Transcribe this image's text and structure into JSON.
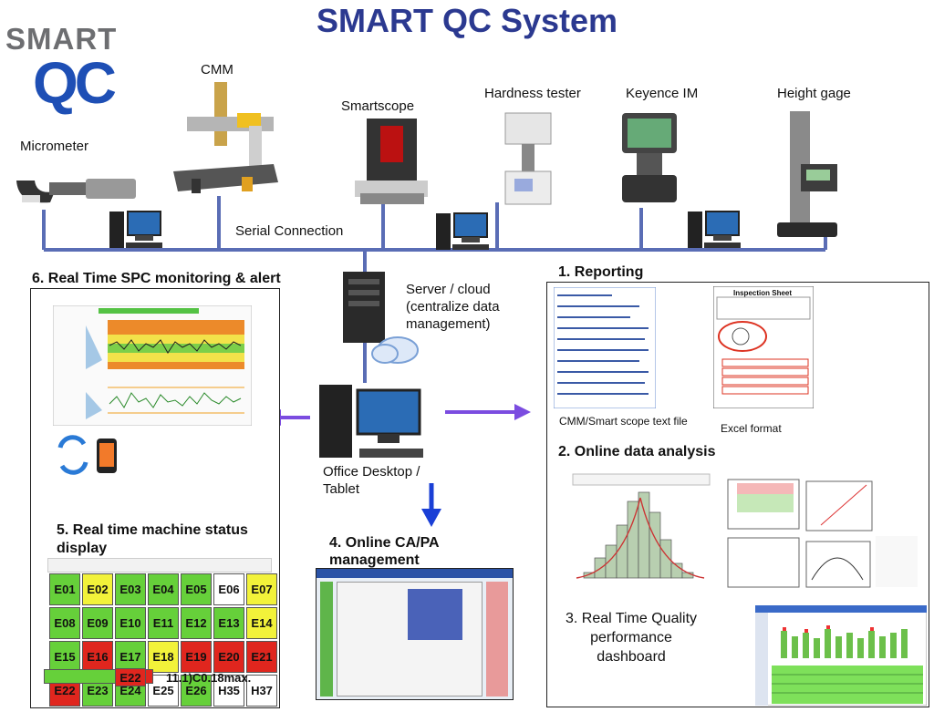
{
  "header": {
    "title": "SMART QC System",
    "logo_top": "SMART",
    "logo_bottom": "QC"
  },
  "devices": {
    "micrometer": "Micrometer",
    "cmm": "CMM",
    "smartscope": "Smartscope",
    "hardness": "Hardness tester",
    "keyence": "Keyence IM",
    "height": "Height gage"
  },
  "serial_label": "Serial Connection",
  "server": {
    "line1": "Server / cloud",
    "line2": "(centralize data",
    "line3": "management)"
  },
  "office": {
    "line1": "Office Desktop /",
    "line2": "Tablet"
  },
  "sections": {
    "reporting": {
      "title": "1. Reporting",
      "left_caption": "CMM/Smart scope text file",
      "right_caption": "Excel format",
      "sheet_title": "Inspection Sheet"
    },
    "analysis": {
      "title": "2. Online data analysis"
    },
    "dashboard": {
      "line1": "3. Real Time Quality",
      "line2": "performance",
      "line3": "dashboard"
    },
    "capa": {
      "line1": "4. Online CA/PA",
      "line2": "management"
    },
    "machine": {
      "line1": "5. Real time machine status",
      "line2": "display",
      "footer_code": "E22",
      "footer_note": "11.1)C0.18max.",
      "cells": [
        {
          "t": "E01",
          "c": "g"
        },
        {
          "t": "E02",
          "c": "y"
        },
        {
          "t": "E03",
          "c": "g"
        },
        {
          "t": "E04",
          "c": "g"
        },
        {
          "t": "E05",
          "c": "g"
        },
        {
          "t": "E06",
          "c": "w"
        },
        {
          "t": "E07",
          "c": "y"
        },
        {
          "t": "E08",
          "c": "g"
        },
        {
          "t": "E09",
          "c": "g"
        },
        {
          "t": "E10",
          "c": "g"
        },
        {
          "t": "E11",
          "c": "g"
        },
        {
          "t": "E12",
          "c": "g"
        },
        {
          "t": "E13",
          "c": "g"
        },
        {
          "t": "E14",
          "c": "y"
        },
        {
          "t": "E15",
          "c": "g"
        },
        {
          "t": "E16",
          "c": "r"
        },
        {
          "t": "E17",
          "c": "g"
        },
        {
          "t": "E18",
          "c": "y"
        },
        {
          "t": "E19",
          "c": "r"
        },
        {
          "t": "E20",
          "c": "r"
        },
        {
          "t": "E21",
          "c": "r"
        },
        {
          "t": "E22",
          "c": "r"
        },
        {
          "t": "E23",
          "c": "g"
        },
        {
          "t": "E24",
          "c": "g"
        },
        {
          "t": "E25",
          "c": "w"
        },
        {
          "t": "E26",
          "c": "g"
        },
        {
          "t": "H35",
          "c": "w"
        },
        {
          "t": "H37",
          "c": "w"
        }
      ]
    },
    "spc": {
      "title": "6. Real Time SPC monitoring & alert"
    }
  },
  "colors": {
    "title": "#2b3990",
    "arrow": "#7b4ce0",
    "down_arrow": "#1a3fd6",
    "line": "#5a6db5"
  }
}
